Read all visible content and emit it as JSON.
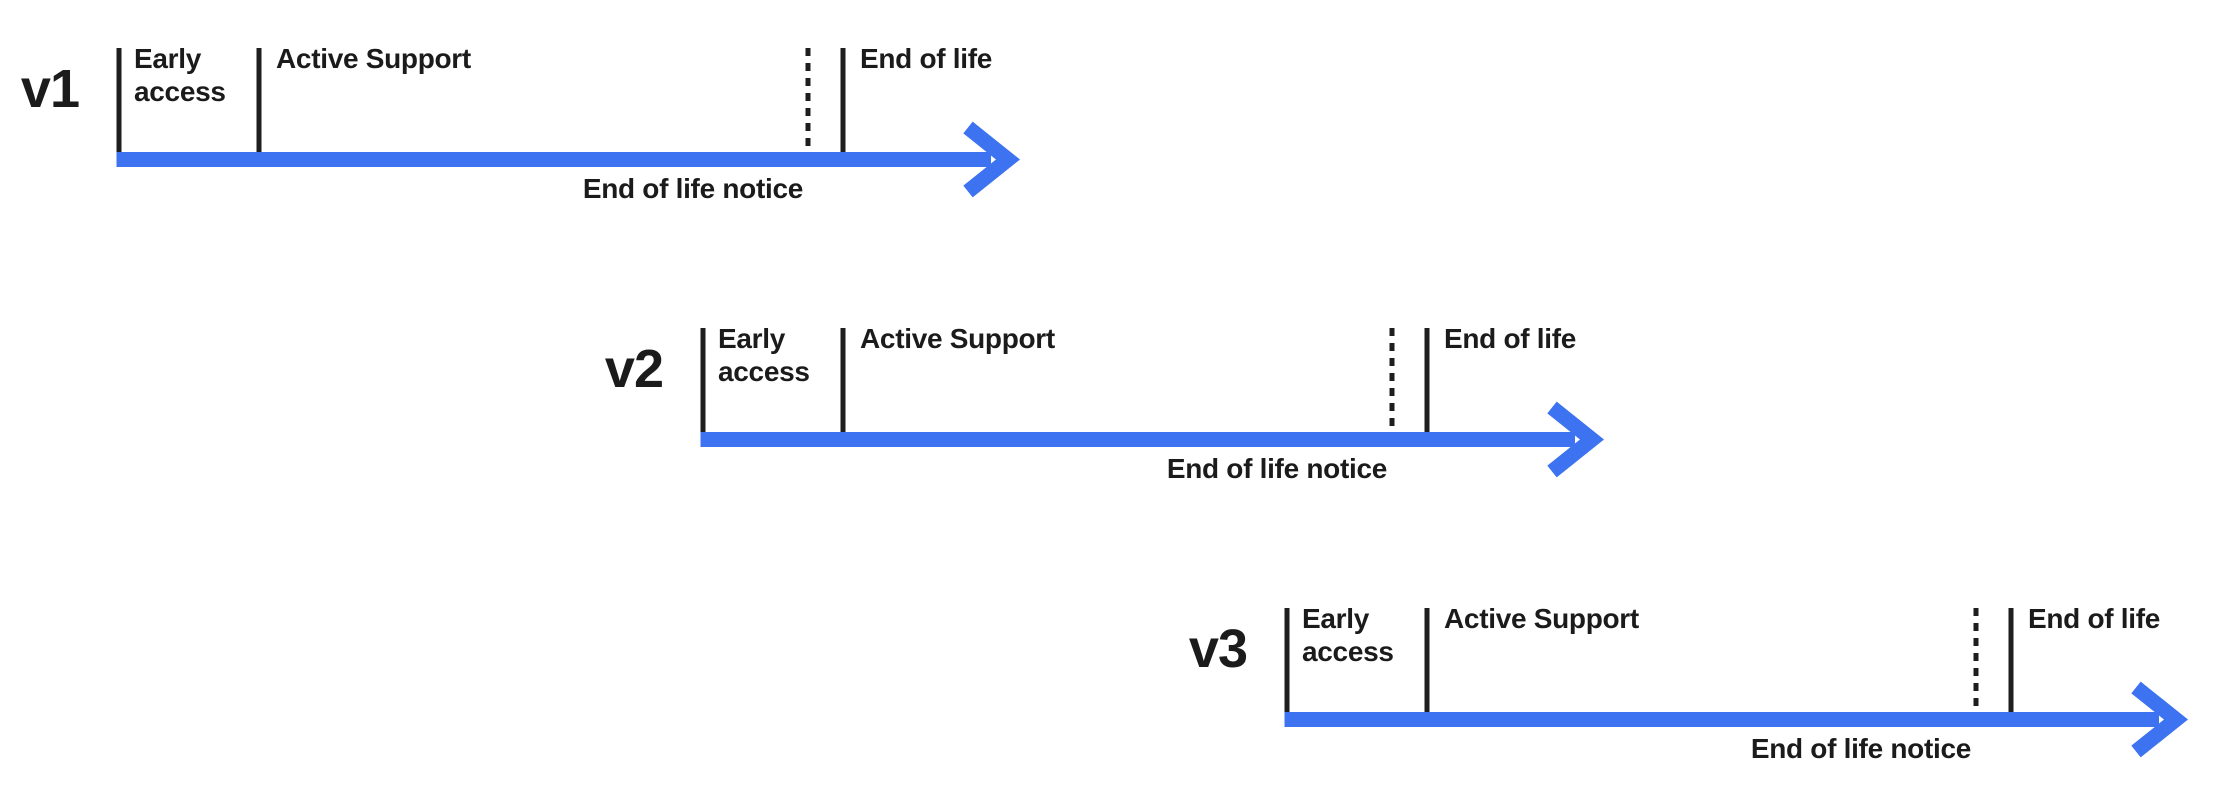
{
  "colors": {
    "background": "#ffffff",
    "arrow": "#3d73f0",
    "line": "#1e1e1e",
    "text": "#1b1b1b"
  },
  "timelines": [
    {
      "version": "v1",
      "early_access": "Early access",
      "active_support": "Active Support",
      "end_of_life": "End of life",
      "end_of_life_notice": "End of life notice"
    },
    {
      "version": "v2",
      "early_access": "Early access",
      "active_support": "Active Support",
      "end_of_life": "End of life",
      "end_of_life_notice": "End of life notice"
    },
    {
      "version": "v3",
      "early_access": "Early access",
      "active_support": "Active Support",
      "end_of_life": "End of life",
      "end_of_life_notice": "End of life notice"
    }
  ]
}
